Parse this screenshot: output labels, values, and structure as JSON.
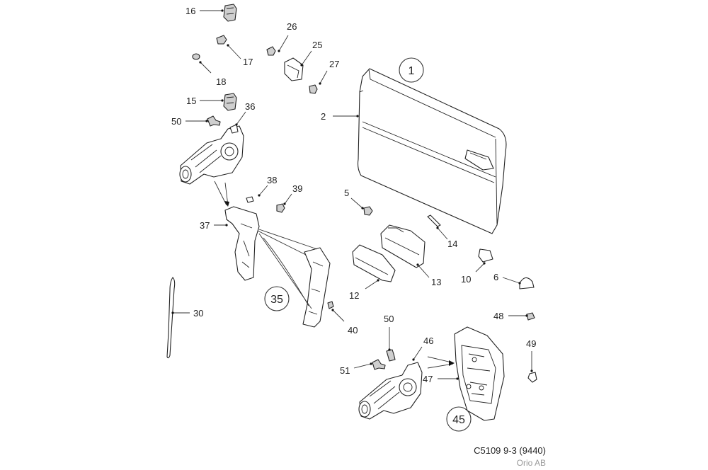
{
  "diagram": {
    "callouts": {
      "c16": "16",
      "c26": "26",
      "c25": "25",
      "c17": "17",
      "c27": "27",
      "c18": "18",
      "c15": "15",
      "c36": "36",
      "c50a": "50",
      "c2": "2",
      "c38": "38",
      "c39": "39",
      "c5": "5",
      "c37": "37",
      "c14": "14",
      "c13": "13",
      "c10": "10",
      "c6": "6",
      "c12": "12",
      "c30": "30",
      "c40": "40",
      "c48": "48",
      "c50b": "50",
      "c46": "46",
      "c49": "49",
      "c51": "51",
      "c47": "47"
    },
    "circled": {
      "r1": "1",
      "r35": "35",
      "r45": "45"
    }
  },
  "footer": {
    "code": "C5109 9-3 (9440)",
    "owner": "Orio AB"
  }
}
